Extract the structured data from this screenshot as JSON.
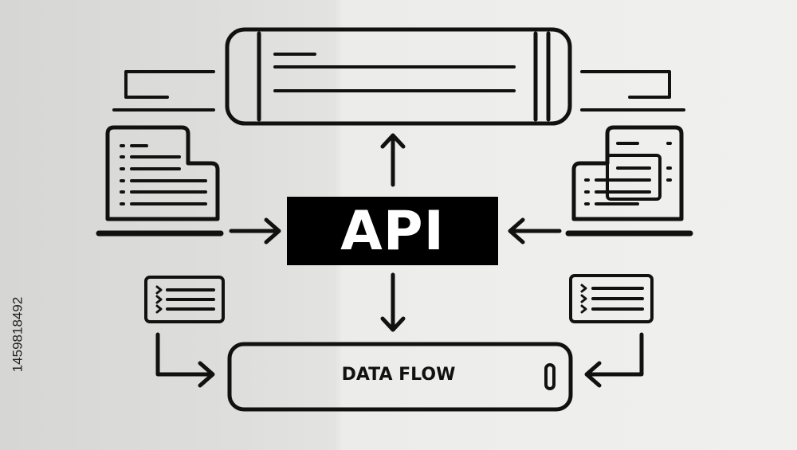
{
  "diagram": {
    "center_label": "API",
    "bottom_label": "DATA FLOW"
  },
  "image_id_text": "1459818492",
  "colors": {
    "stroke": "#111111",
    "api_fill": "#000000",
    "api_text": "#ffffff"
  }
}
